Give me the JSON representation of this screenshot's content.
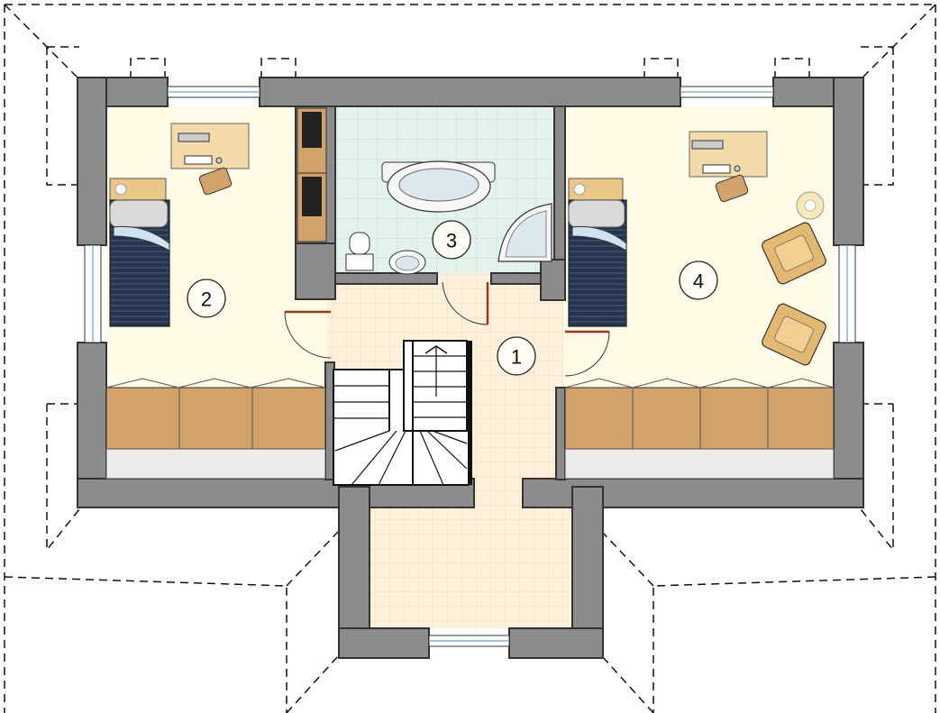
{
  "rooms": [
    {
      "id": "hall",
      "number": "1"
    },
    {
      "id": "bedroom-left",
      "number": "2"
    },
    {
      "id": "bathroom",
      "number": "3"
    },
    {
      "id": "bedroom-right",
      "number": "4"
    }
  ],
  "colors": {
    "wall": "#8c8c8c",
    "bedroom_floor": "#fffbe6",
    "hall_floor": "#fdf1dc",
    "bathroom_floor": "#e4f2ec",
    "furniture_wood": "#d1a36a",
    "bed_blanket": "#26354d",
    "door_swing": "#9a3b12"
  }
}
